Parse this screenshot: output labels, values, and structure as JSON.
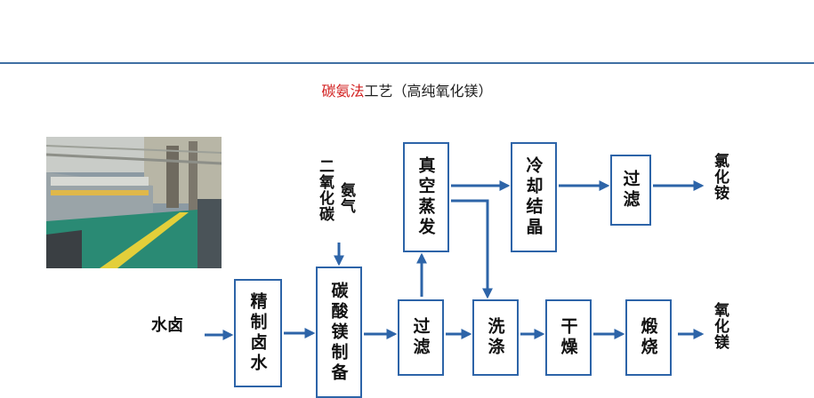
{
  "title": {
    "highlight": "碳氨法",
    "rest": "工艺（高纯氧化镁）"
  },
  "photo_alt": "factory workshop photo",
  "inputs": {
    "brine": "水卤",
    "co2": "二氧化碳",
    "ammonia": "氨气"
  },
  "boxes": {
    "refine": "精制卤水",
    "mgco3": "碳酸镁制备",
    "filter1": "过滤",
    "vacuum": "真空蒸发",
    "cool": "冷却结晶",
    "filter2": "过滤",
    "wash": "洗涤",
    "dry": "干燥",
    "calcine": "煅烧"
  },
  "outputs": {
    "nh4cl": "氯化铵",
    "mgo": "氧化镁"
  },
  "colors": {
    "accent": "#2d64a8",
    "highlight": "#d21f1f",
    "rule": "#3f6fa3"
  }
}
